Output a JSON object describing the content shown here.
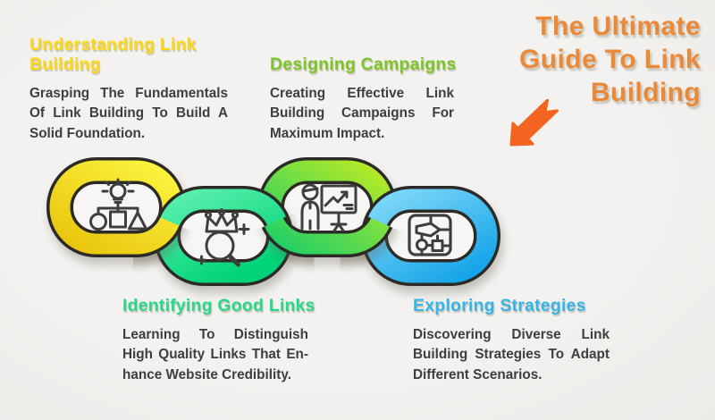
{
  "canvas": {
    "background": "#f1f0ee"
  },
  "title": {
    "line1": "The Ultimate",
    "line2": "Guide To Link",
    "line3": "Building",
    "color": "#ea8a38"
  },
  "arrow": {
    "color": "#f2641f",
    "direction": "down-left"
  },
  "sections": {
    "understanding": {
      "heading": "Understanding Link Building",
      "color": "#fbd714",
      "body": "Grasping The Fundamentals Of Link Building To Build A Solid Foundation."
    },
    "designing": {
      "heading": "Designing Campaigns",
      "color": "#7cc42a",
      "body": "Creating Effective Link Building Campaigns For Maximum Impact."
    },
    "identifying": {
      "heading": "Identifying Good Links",
      "color": "#2ad689",
      "body": "Learning To Distinguish High Quality Links That En­hance Website Credibility."
    },
    "exploring": {
      "heading": "Exploring Strategies",
      "color": "#35b4e9",
      "body": "Discovering Diverse Link Building Strategies To Adapt Different Scenarios."
    }
  },
  "chain": {
    "outline_color": "#2b2a26",
    "links": [
      {
        "name": "understanding-link",
        "icon": "idea-hierarchy-icon",
        "gradient": [
          "#e9c40c",
          "#faf23c"
        ]
      },
      {
        "name": "identifying-link",
        "icon": "crown-magnifier-icon",
        "gradient": [
          "#5bf0ae",
          "#00d377"
        ]
      },
      {
        "name": "designing-link",
        "icon": "presenter-chart-icon",
        "gradient": [
          "#b9ea25",
          "#1ecf68"
        ]
      },
      {
        "name": "exploring-link",
        "icon": "strategy-chip-icon",
        "gradient": [
          "#7fd8f9",
          "#17a5e9"
        ]
      }
    ]
  }
}
